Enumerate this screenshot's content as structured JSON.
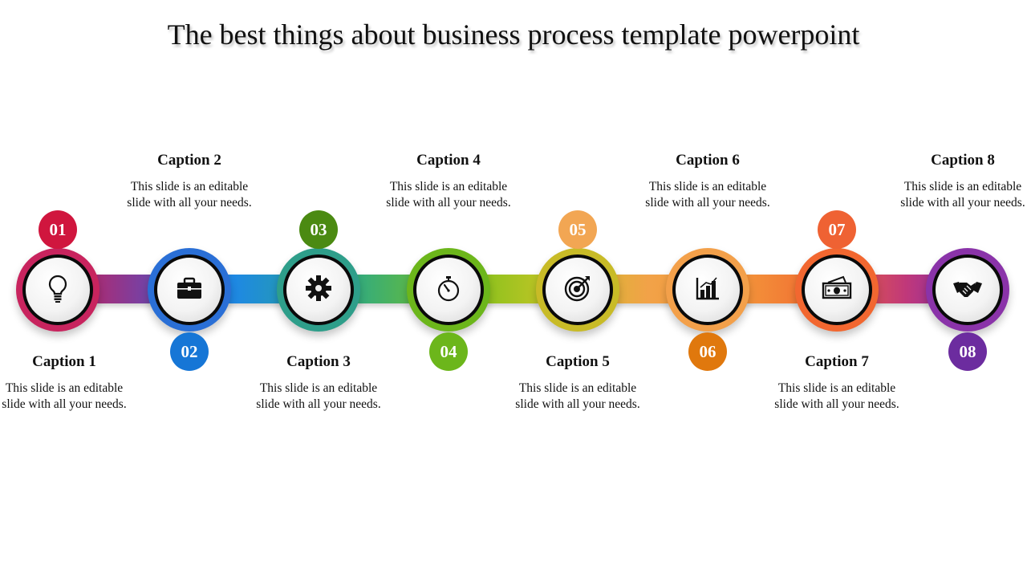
{
  "title": "The best things about business process template powerpoint",
  "steps": [
    {
      "number": "01",
      "caption": "Caption 1",
      "text": "This slide is an editable slide with all your needs.",
      "icon": "lightbulb-icon",
      "ring": "#c8245e",
      "badge": "#d0163e"
    },
    {
      "number": "02",
      "caption": "Caption 2",
      "text": "This slide is an editable slide with all your needs.",
      "icon": "briefcase-icon",
      "ring": "#2a6fd6",
      "badge": "#1676d6"
    },
    {
      "number": "03",
      "caption": "Caption 3",
      "text": "This slide is an editable slide with all your needs.",
      "icon": "gear-icon",
      "ring": "#2e9e8a",
      "badge": "#4b8a12"
    },
    {
      "number": "04",
      "caption": "Caption 4",
      "text": "This slide is an editable slide with all your needs.",
      "icon": "stopwatch-icon",
      "ring": "#6cb61b",
      "badge": "#6cb61b"
    },
    {
      "number": "05",
      "caption": "Caption 5",
      "text": "This slide is an editable slide with all your needs.",
      "icon": "target-icon",
      "ring": "#c8bb27",
      "badge": "#f2a653"
    },
    {
      "number": "06",
      "caption": "Caption 6",
      "text": "This slide is an editable slide with all your needs.",
      "icon": "bar-chart-icon",
      "ring": "#f3a04a",
      "badge": "#e0780d"
    },
    {
      "number": "07",
      "caption": "Caption 7",
      "text": "This slide is an editable slide with all your needs.",
      "icon": "money-icon",
      "ring": "#f26730",
      "badge": "#ef6233"
    },
    {
      "number": "08",
      "caption": "Caption 8",
      "text": "This slide is an editable slide with all your needs.",
      "icon": "handshake-icon",
      "ring": "#8a33a9",
      "badge": "#6c2c9f"
    }
  ]
}
